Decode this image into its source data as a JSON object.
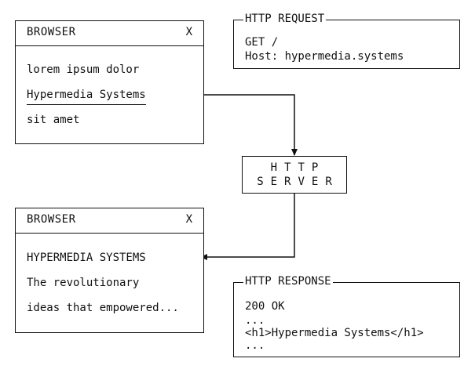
{
  "browser1": {
    "title": "BROWSER",
    "close": "X",
    "lines": [
      "lorem ipsum dolor",
      "Hypermedia Systems",
      "sit amet"
    ]
  },
  "http_request": {
    "label": "HTTP REQUEST",
    "lines": [
      "GET /",
      "Host: hypermedia.systems"
    ]
  },
  "http_server": {
    "line1": "HTTP",
    "line2": "SERVER"
  },
  "browser2": {
    "title": "BROWSER",
    "close": "X",
    "lines": [
      "HYPERMEDIA SYSTEMS",
      "The revolutionary",
      "ideas that empowered..."
    ]
  },
  "http_response": {
    "label": "HTTP RESPONSE",
    "lines": [
      "200 OK",
      "...",
      "<h1>Hypermedia Systems</h1>",
      "..."
    ]
  }
}
